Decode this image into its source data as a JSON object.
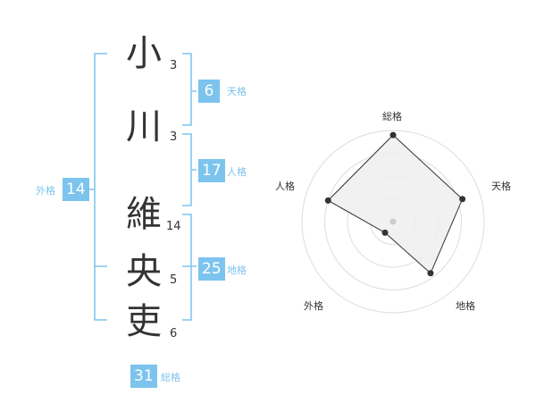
{
  "characters": [
    {
      "char": "小",
      "strokes": "3"
    },
    {
      "char": "川",
      "strokes": "3"
    },
    {
      "char": "維",
      "strokes": "14"
    },
    {
      "char": "央",
      "strokes": "5"
    },
    {
      "char": "吏",
      "strokes": "6"
    }
  ],
  "fortune": {
    "tenkaku": {
      "label": "天格",
      "value": "6"
    },
    "jinkaku": {
      "label": "人格",
      "value": "17"
    },
    "chikaku": {
      "label": "地格",
      "value": "25"
    },
    "gaikaku": {
      "label": "外格",
      "value": "14"
    },
    "soukaku": {
      "label": "総格",
      "value": "31"
    }
  },
  "colors": {
    "accent": "#7cc4ee",
    "text": "#333333",
    "grid": "#dddddd",
    "fill": "#eeeeee"
  },
  "chart_data": {
    "type": "radar",
    "axes": [
      "総格",
      "天格",
      "地格",
      "外格",
      "人格"
    ],
    "values": [
      0.95,
      0.8,
      0.7,
      0.15,
      0.75
    ],
    "range": [
      0,
      1
    ],
    "rings": 4
  }
}
